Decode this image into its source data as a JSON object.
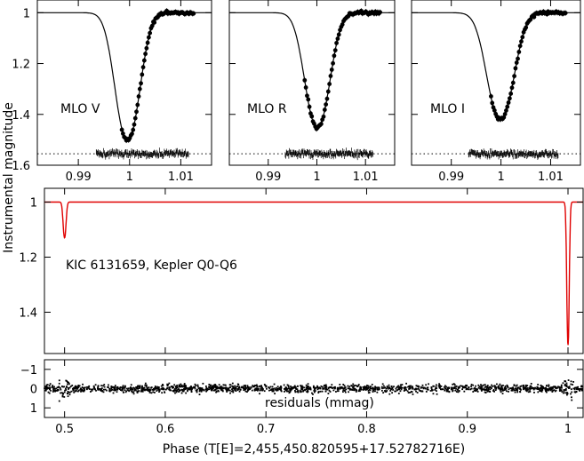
{
  "figure": {
    "ylabel": "Instrumental magnitude",
    "xlabel": "Phase (T[E]=2,455,450.820595+17.52782716E)"
  },
  "chart_data": [
    {
      "type": "line",
      "panel": "MLO V",
      "label": "MLO V",
      "xlim": [
        0.982,
        1.016
      ],
      "ylim": [
        1.6,
        0.95
      ],
      "y_inverted": true,
      "xticks": [
        {
          "v": 0.99,
          "label": "0.99"
        },
        {
          "v": 1.0,
          "label": "1"
        },
        {
          "v": 1.01,
          "label": "1.01"
        }
      ],
      "yticks": [
        {
          "v": 1.0,
          "label": "1"
        },
        {
          "v": 1.2,
          "label": "1.2"
        },
        {
          "v": 1.4,
          "label": "1.4"
        },
        {
          "v": 1.6,
          "label": "1.6"
        }
      ],
      "model_curve": {
        "center": 0.9996,
        "depth": 0.5,
        "width": 0.0033
      },
      "observed_points": {
        "x_range": [
          0.9985,
          1.0125
        ],
        "count": 65
      },
      "residual_baseline": 1.555,
      "residual_range": [
        0.9935,
        1.0115
      ]
    },
    {
      "type": "line",
      "panel": "MLO R",
      "label": "MLO R",
      "xlim": [
        0.982,
        1.016
      ],
      "ylim": [
        1.6,
        0.95
      ],
      "y_inverted": true,
      "xticks": [
        {
          "v": 0.99,
          "label": "0.99"
        },
        {
          "v": 1.0,
          "label": "1"
        },
        {
          "v": 1.01,
          "label": "1.01"
        }
      ],
      "yticks": [
        {
          "v": 1.0,
          "label": ""
        },
        {
          "v": 1.2,
          "label": ""
        },
        {
          "v": 1.4,
          "label": ""
        },
        {
          "v": 1.6,
          "label": ""
        }
      ],
      "model_curve": {
        "center": 1.0001,
        "depth": 0.45,
        "width": 0.0035
      },
      "observed_points": {
        "x_range": [
          0.9975,
          1.013
        ],
        "count": 65
      },
      "residual_baseline": 1.555,
      "residual_range": [
        0.9935,
        1.0115
      ]
    },
    {
      "type": "line",
      "panel": "MLO I",
      "label": "MLO I",
      "xlim": [
        0.982,
        1.016
      ],
      "ylim": [
        1.6,
        0.95
      ],
      "y_inverted": true,
      "xticks": [
        {
          "v": 0.99,
          "label": "0.99"
        },
        {
          "v": 1.0,
          "label": "1"
        },
        {
          "v": 1.01,
          "label": "1.01"
        }
      ],
      "yticks": [
        {
          "v": 1.0,
          "label": ""
        },
        {
          "v": 1.2,
          "label": ""
        },
        {
          "v": 1.4,
          "label": ""
        },
        {
          "v": 1.6,
          "label": ""
        }
      ],
      "model_curve": {
        "center": 0.9999,
        "depth": 0.42,
        "width": 0.0037
      },
      "observed_points": {
        "x_range": [
          0.998,
          1.013
        ],
        "count": 65
      },
      "residual_baseline": 1.555,
      "residual_range": [
        0.9935,
        1.0115
      ]
    },
    {
      "type": "line",
      "panel": "Kepler",
      "label": "KIC 6131659, Kepler Q0-Q6",
      "xlim": [
        0.48,
        1.015
      ],
      "ylim": [
        1.55,
        0.95
      ],
      "y_inverted": true,
      "line_color": "#e00000",
      "yticks": [
        {
          "v": 1.0,
          "label": "1"
        },
        {
          "v": 1.2,
          "label": "1.2"
        },
        {
          "v": 1.4,
          "label": "1.4"
        }
      ],
      "eclipses": [
        {
          "center": 0.5,
          "depth": 0.13,
          "width": 0.002
        },
        {
          "center": 1.0,
          "depth": 0.52,
          "width": 0.0017
        }
      ]
    },
    {
      "type": "scatter",
      "panel": "residuals",
      "label": "residuals (mmag)",
      "xlim": [
        0.48,
        1.015
      ],
      "ylim": [
        1.5,
        -1.5
      ],
      "y_inverted": true,
      "xticks": [
        {
          "v": 0.5,
          "label": "0.5"
        },
        {
          "v": 0.6,
          "label": "0.6"
        },
        {
          "v": 0.7,
          "label": "0.7"
        },
        {
          "v": 0.8,
          "label": "0.8"
        },
        {
          "v": 0.9,
          "label": "0.9"
        },
        {
          "v": 1.0,
          "label": "1"
        }
      ],
      "yticks": [
        {
          "v": -1,
          "label": "−1"
        },
        {
          "v": 0,
          "label": "0"
        },
        {
          "v": 1,
          "label": "1"
        }
      ],
      "scatter_sigma": 0.2,
      "eclipse_scatter_sigma": 0.5
    }
  ]
}
